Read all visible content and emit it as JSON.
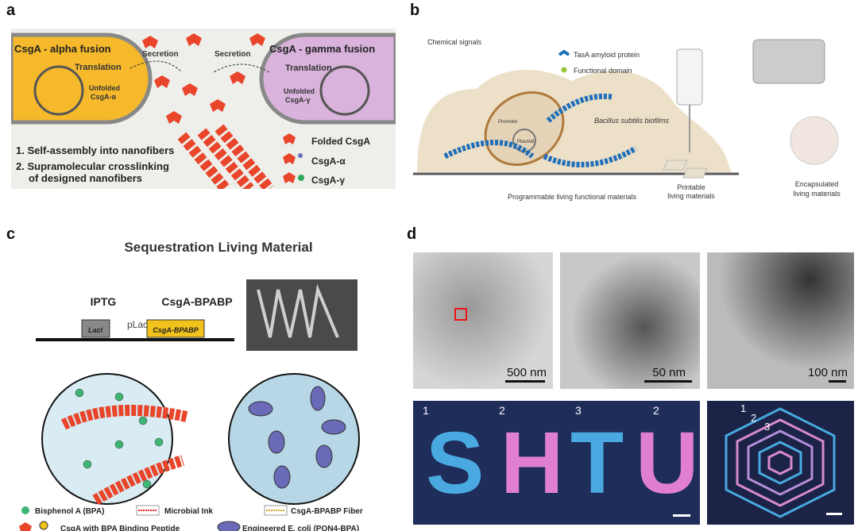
{
  "panels": {
    "a": {
      "label": "a",
      "alpha_title": "CsgA - alpha fusion",
      "gamma_title": "CsgA - gamma fusion",
      "translation": "Translation",
      "secretion": "Secretion",
      "unfolded_alpha": [
        "Unfolded",
        "CsgA-α"
      ],
      "unfolded_gamma": [
        "Unfolded",
        "CsgA-γ"
      ],
      "steps": [
        "1. Self-assembly into nanofibers",
        "2. Supramolecular crosslinking",
        "of designed nanofibers"
      ],
      "legend": [
        "Folded CsgA",
        "CsgA-α",
        "CsgA-γ"
      ],
      "colors": {
        "alpha_cell": "#f6b92b",
        "gamma_cell": "#d9b3dc",
        "csga": "#e8452a",
        "alpha_tag": "#6a6fbf",
        "gamma_tag": "#2faa5a"
      }
    },
    "b": {
      "label": "b",
      "chemical_signals": "Chemical signals",
      "legend": [
        "TasA amyloid protein",
        "Functional domain"
      ],
      "promoter": "Promoter",
      "plasmid": "Plasmid",
      "biofilm": "Bacillus subtilis biofilms",
      "caption_main": "Programmable living functional materials",
      "caption_print": [
        "Printable",
        "living materials"
      ],
      "caption_encap": [
        "Encapsulated",
        "living materials"
      ]
    },
    "c": {
      "label": "c",
      "title": "Sequestration Living Material",
      "iptg": "IPTG",
      "plac": "pLac",
      "laci": "LacI",
      "gene": "CsgA-BPABP",
      "product": "CsgA-BPABP",
      "legend": [
        "Bisphenol A (BPA)",
        "Microbial Ink",
        "CsgA-BPABP Fiber",
        "CsgA with BPA Binding Peptide",
        "Engineered E. coli (PQN4-BPA)"
      ]
    },
    "d": {
      "label": "d",
      "scalebars": [
        "500 nm",
        "50 nm",
        "100 nm"
      ],
      "letters": [
        "S",
        "H",
        "T",
        "U"
      ],
      "letter_numbers": [
        "1",
        "2",
        "3",
        "2"
      ],
      "hex_numbers": [
        "1",
        "2",
        "3"
      ]
    }
  }
}
